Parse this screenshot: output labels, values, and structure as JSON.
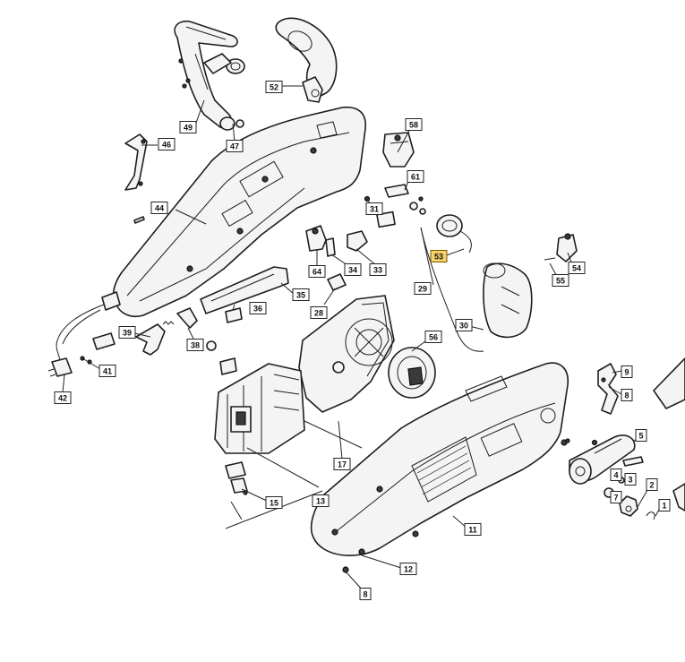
{
  "diagram": {
    "highlight_color": "#f7d26a",
    "highlighted_label": "53",
    "labels": [
      "1",
      "2",
      "3",
      "4",
      "5",
      "7",
      "8",
      "8",
      "9",
      "11",
      "12",
      "13",
      "15",
      "17",
      "28",
      "29",
      "30",
      "31",
      "33",
      "34",
      "35",
      "36",
      "38",
      "39",
      "41",
      "42",
      "44",
      "46",
      "47",
      "49",
      "52",
      "53",
      "54",
      "55",
      "56",
      "58",
      "61",
      "64"
    ]
  }
}
